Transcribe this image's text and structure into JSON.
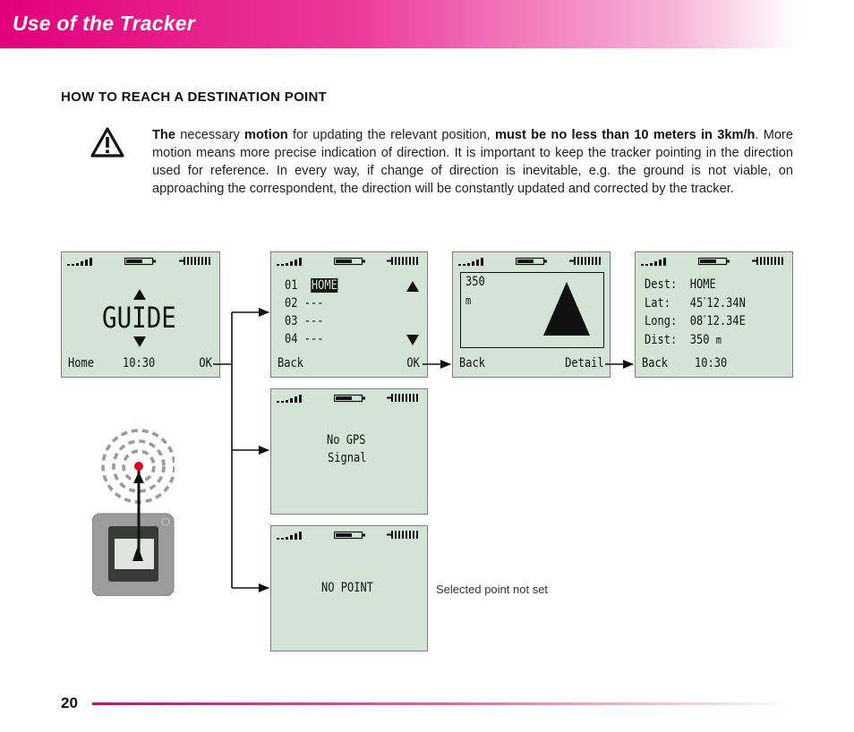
{
  "header": {
    "title": "Use of the Tracker",
    "colors": {
      "accent": "#e2007a"
    }
  },
  "section": {
    "title": "HOW TO REACH A DESTINATION POINT"
  },
  "note": {
    "icon": "warning-triangle-icon",
    "b1": "The",
    "t1": " necessary ",
    "b2": "motion",
    "t2": " for updating the relevant position, ",
    "b3": "must be no less than 10 meters in 3km/h",
    "t3": ". More motion means more precise indication of direction. It is important to keep the tracker pointing in the direction used for reference. In every way, if change of direction is inevitable, e.g. the ground is not viable, on approaching the correspondent, the direction will be constantly updated and corrected by the tracker."
  },
  "screens": {
    "guide": {
      "title": "GUIDE",
      "left": "Home",
      "time": "10:30",
      "right": "OK"
    },
    "list": {
      "items": [
        {
          "num": "01",
          "name": "HOME"
        },
        {
          "num": "02",
          "name": "---"
        },
        {
          "num": "03",
          "name": "---"
        },
        {
          "num": "04",
          "name": "---"
        }
      ],
      "left": "Back",
      "right": "OK"
    },
    "direction": {
      "distance": "350",
      "unit": "m",
      "left": "Back",
      "right": "Detail"
    },
    "detail": {
      "dest_label": "Dest:",
      "dest_value": "HOME",
      "lat_label": "Lat:",
      "lat_deg": "45",
      "lat_min": "12.34N",
      "long_label": "Long:",
      "long_deg": "08",
      "long_min": "12.34E",
      "dist_label": "Dist:",
      "dist_value": "350",
      "dist_unit": "m",
      "left": "Back",
      "time": "10:30"
    },
    "nogps": {
      "line1": "No GPS",
      "line2": "Signal"
    },
    "nopoint": {
      "text": "NO POINT"
    }
  },
  "caption": "Selected point not set",
  "footer": {
    "page": "20"
  }
}
